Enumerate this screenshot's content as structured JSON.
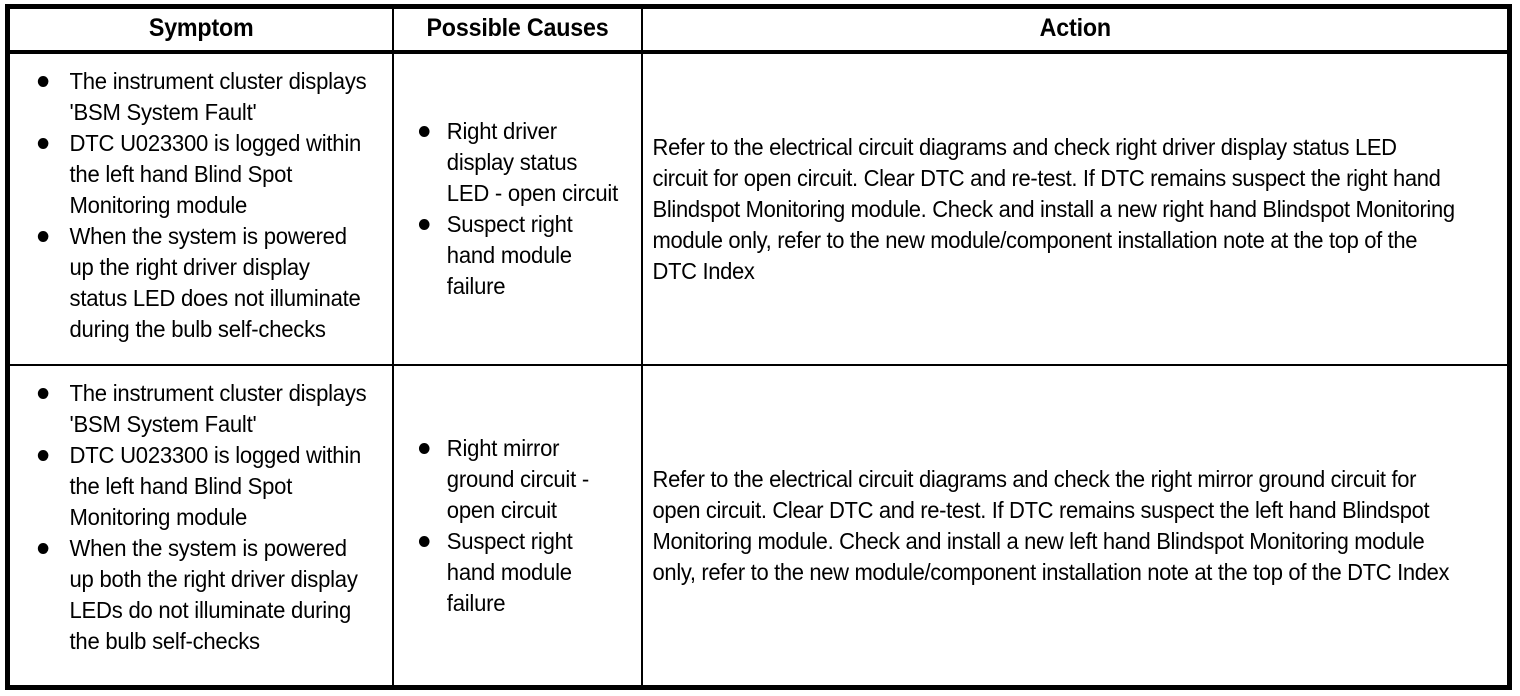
{
  "table": {
    "headers": {
      "symptom": "Symptom",
      "causes": "Possible Causes",
      "action": "Action"
    },
    "rows": [
      {
        "symptom": [
          "The instrument cluster displays 'BSM System Fault'",
          "DTC U023300 is logged within the left hand Blind Spot Monitoring module",
          "When the system is powered up the right driver display status LED does not illuminate during the bulb self-checks"
        ],
        "causes": [
          "Right driver display status LED - open circuit",
          "Suspect right hand module failure"
        ],
        "action": "Refer to the electrical circuit diagrams and check right driver display status LED circuit for open circuit. Clear DTC and re-test. If DTC remains suspect the right hand Blindspot Monitoring module. Check and install a new right hand Blindspot Monitoring module only, refer to the new module/component installation note at the top of the DTC Index"
      },
      {
        "symptom": [
          "The instrument cluster displays 'BSM System Fault'",
          "DTC U023300 is logged within the left hand Blind Spot Monitoring module",
          "When the system is powered up both the right driver display LEDs do not illuminate during the bulb self-checks"
        ],
        "causes": [
          "Right mirror ground circuit - open circuit",
          "Suspect right hand module failure"
        ],
        "action": "Refer to the electrical circuit diagrams and check the right mirror ground circuit for open circuit. Clear DTC and re-test. If DTC remains suspect the left hand Blindspot Monitoring module. Check and install a new left hand Blindspot Monitoring module only, refer to the new module/component installation note at the top of the DTC Index"
      }
    ]
  },
  "colors": {
    "border": "#000000",
    "text": "#000000",
    "background": "#ffffff"
  }
}
